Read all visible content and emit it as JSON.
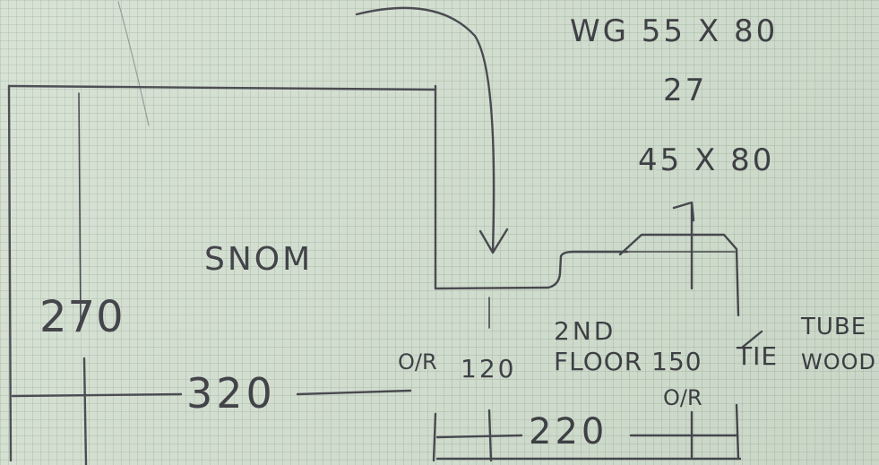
{
  "labels": {
    "top_right_1": "WG 55 X 80",
    "top_right_2": "27",
    "top_right_3": "45 X 80",
    "room_name": "SNOM",
    "height": "270",
    "width_left": "320",
    "od_left": "O/R",
    "dim_120": "120",
    "second_floor_1": "2ND",
    "second_floor_2": "FLOOR 150",
    "od_right": "O/R",
    "width_right": "220",
    "tie": "TIE",
    "tube_1": "TUBE",
    "tube_2": "WOOD"
  },
  "colors": {
    "paper": "#d3dfd0",
    "grid": "#96aa96",
    "ink": "#3c3c44"
  }
}
